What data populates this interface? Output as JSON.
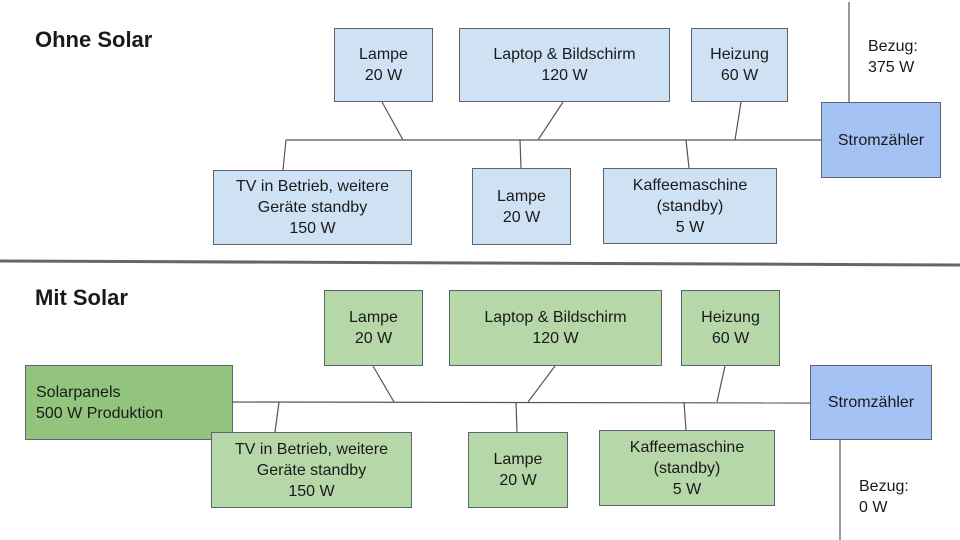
{
  "top": {
    "title": "Ohne Solar",
    "upper_boxes": [
      {
        "lines": [
          "Lampe",
          "20 W"
        ]
      },
      {
        "lines": [
          "Laptop & Bildschirm",
          "120 W"
        ]
      },
      {
        "lines": [
          "Heizung",
          "60 W"
        ]
      }
    ],
    "lower_boxes": [
      {
        "lines": [
          "TV in Betrieb, weitere",
          "Geräte standby",
          "150 W"
        ]
      },
      {
        "lines": [
          "Lampe",
          "20 W"
        ]
      },
      {
        "lines": [
          "Kaffeemaschine",
          "(standby)",
          "5 W"
        ]
      }
    ],
    "meter": "Stromzähler",
    "bezug": [
      "Bezug:",
      "375 W"
    ]
  },
  "bottom": {
    "title": "Mit Solar",
    "solar": [
      "Solarpanels",
      "500 W Produktion"
    ],
    "upper_boxes": [
      {
        "lines": [
          "Lampe",
          "20 W"
        ]
      },
      {
        "lines": [
          "Laptop & Bildschirm",
          "120 W"
        ]
      },
      {
        "lines": [
          "Heizung",
          "60 W"
        ]
      }
    ],
    "lower_boxes": [
      {
        "lines": [
          "TV in Betrieb, weitere",
          "Geräte standby",
          "150 W"
        ]
      },
      {
        "lines": [
          "Lampe",
          "20 W"
        ]
      },
      {
        "lines": [
          "Kaffeemaschine",
          "(standby)",
          "5 W"
        ]
      }
    ],
    "meter": "Stromzähler",
    "bezug": [
      "Bezug:",
      "0 W"
    ]
  }
}
